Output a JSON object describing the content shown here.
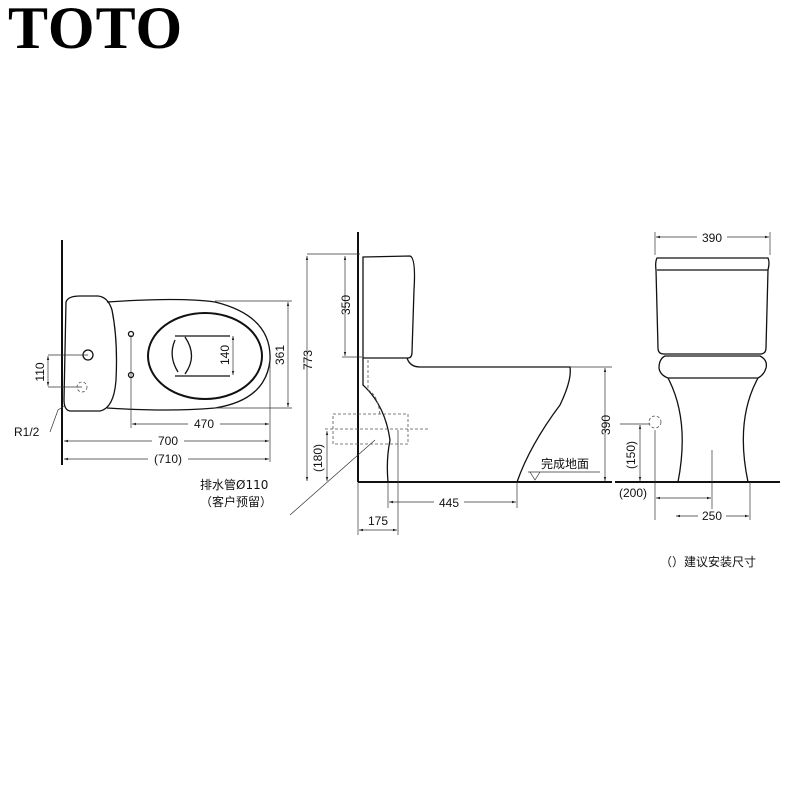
{
  "brand": {
    "logo": "TOTO"
  },
  "top_view": {
    "dims": {
      "d110": "110",
      "d140": "140",
      "d361": "361",
      "d470": "470",
      "d700": "700",
      "d710": "(710)",
      "r12": "R1/2"
    }
  },
  "side_view": {
    "dims": {
      "d773": "773",
      "d350": "350",
      "d390": "390",
      "d180": "(180)",
      "d445": "445",
      "d175": "175"
    },
    "floor_label": "完成地面",
    "drain_label": "排水管Ø110",
    "drain_note": "（客户预留）"
  },
  "front_view": {
    "dims": {
      "d390": "390",
      "d150": "(150)",
      "d200": "(200)",
      "d250": "250"
    }
  },
  "legend": {
    "text": "（）建议安装尺寸"
  }
}
